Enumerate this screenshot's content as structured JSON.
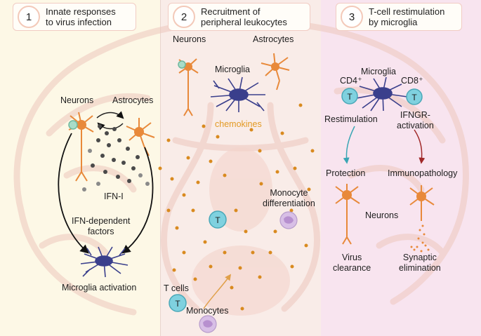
{
  "panels": [
    {
      "number": "1",
      "title": "Innate responses\nto virus infection"
    },
    {
      "number": "2",
      "title": "Recruitment of\nperipheral leukocytes"
    },
    {
      "number": "3",
      "title": "T-cell restimulation\nby microglia"
    }
  ],
  "panel1": {
    "neurons": "Neurons",
    "astrocytes": "Astrocytes",
    "ifn": "IFN-I",
    "ifn_factors": "IFN-dependent\nfactors",
    "microglia_activation": "Microglia activation"
  },
  "panel2": {
    "neurons": "Neurons",
    "astrocytes": "Astrocytes",
    "microglia": "Microglia",
    "chemokines": "chemokines",
    "monocyte_differentiation": "Monocyte\ndifferentiation",
    "t_cells": "T cells",
    "monocytes": "Monocytes",
    "t_badge": "T"
  },
  "panel3": {
    "microglia": "Microglia",
    "cd4": "CD4⁺",
    "cd8": "CD8⁺",
    "restimulation": "Restimulation",
    "ifngr": "IFNGR-\nactivation",
    "protection": "Protection",
    "immunopathology": "Immunopathology",
    "neurons": "Neurons",
    "virus_clearance": "Virus\nclearance",
    "synaptic_elimination": "Synaptic\nelimination",
    "t_badge": "T"
  },
  "colors": {
    "panel1_bg": "#fdf8e6",
    "panel2_bg": "#f9ece8",
    "panel3_bg": "#f8e4ef",
    "neuron": "#e8893a",
    "astrocyte": "#e8893a",
    "microglia": "#3a3f8c",
    "t_cell": "#7fd1df",
    "chemokine": "#d98a1f",
    "monocyte": "#c9a6d9",
    "protection_arrow": "#3aa6b4",
    "immunopathology_arrow": "#a02828"
  },
  "icons": [
    "neuron-icon",
    "astrocyte-icon",
    "microglia-icon",
    "t-cell-icon",
    "monocyte-icon",
    "virus-icon"
  ]
}
